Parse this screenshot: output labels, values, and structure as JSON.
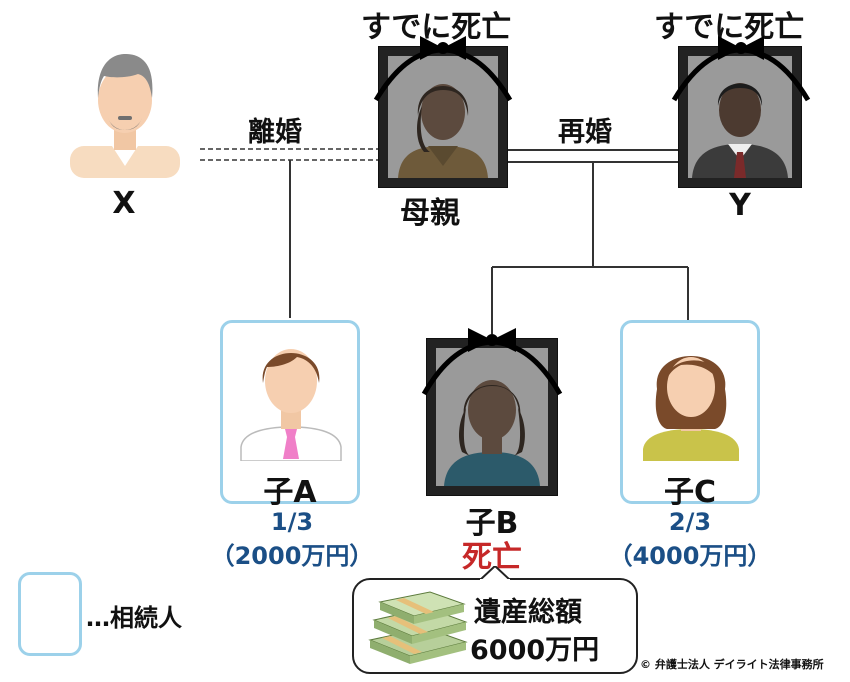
{
  "deceased_note_1": "すでに死亡",
  "deceased_note_2": "すでに死亡",
  "divorce_label": "離婚",
  "remarriage_label": "再婚",
  "persons": {
    "x": {
      "name": "X"
    },
    "mother": {
      "name": "母親"
    },
    "y": {
      "name": "Y"
    },
    "child_a": {
      "name": "子A",
      "share": "1/3",
      "amount": "（2000万円）"
    },
    "child_b": {
      "name": "子B",
      "status": "死亡"
    },
    "child_c": {
      "name": "子C",
      "share": "2/3",
      "amount": "（4000万円）"
    }
  },
  "legend": {
    "text": "…相続人"
  },
  "estate": {
    "title": "遺産総額",
    "amount": "6000万円"
  },
  "copyright": "© 弁護士法人 デイライト法律事務所",
  "colors": {
    "heir_border": "#9cd1ea",
    "share_text": "#1b4f86",
    "dead_text": "#c62828"
  }
}
